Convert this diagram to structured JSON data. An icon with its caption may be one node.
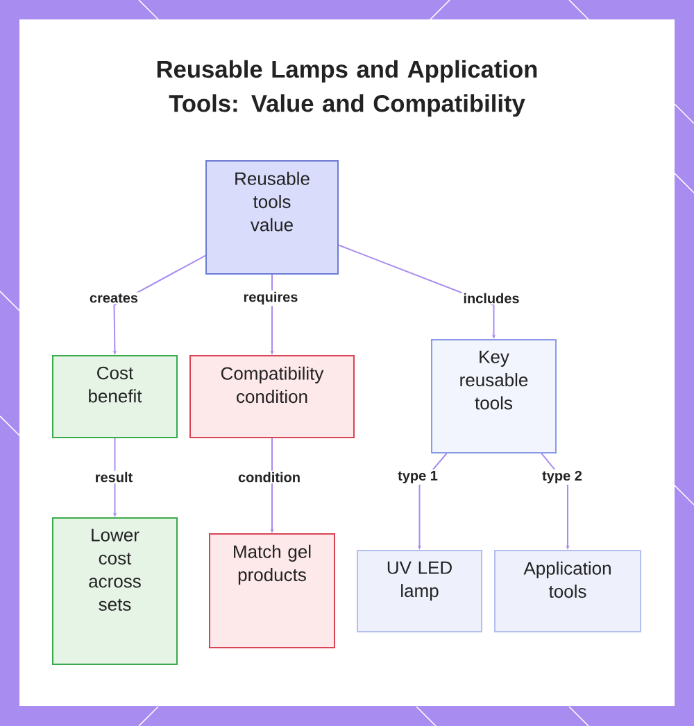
{
  "diagram": {
    "title": "Reusable Lamps and Application Tools: Value and Compatibility",
    "nodes": [
      {
        "text": [
          "Reusable tools value"
        ]
      },
      {
        "text": [
          "Cost benefit"
        ]
      },
      {
        "text": [
          "Compatibility condition"
        ]
      },
      {
        "text": [
          "Key reusable tools"
        ]
      },
      {
        "text": [
          "Lower cost across sets"
        ]
      },
      {
        "text": [
          "Match gel products"
        ]
      },
      {
        "text": [
          "UV LED lamp"
        ]
      },
      {
        "text": [
          "Application tools"
        ]
      }
    ],
    "edges": [
      {
        "from": 0,
        "to": 1,
        "arrow": "to",
        "label": "creates"
      },
      {
        "from": 0,
        "to": 2,
        "arrow": "to",
        "label": "requires"
      },
      {
        "from": 0,
        "to": 3,
        "arrow": "to",
        "label": "includes"
      },
      {
        "from": 1,
        "to": 4,
        "arrow": "to",
        "label": "result"
      },
      {
        "from": 2,
        "to": 5,
        "arrow": "to",
        "label": "condition"
      },
      {
        "from": 3,
        "to": 6,
        "arrow": "to",
        "label": "type 1"
      },
      {
        "from": 3,
        "to": 7,
        "arrow": "to",
        "label": "type 2"
      }
    ]
  }
}
